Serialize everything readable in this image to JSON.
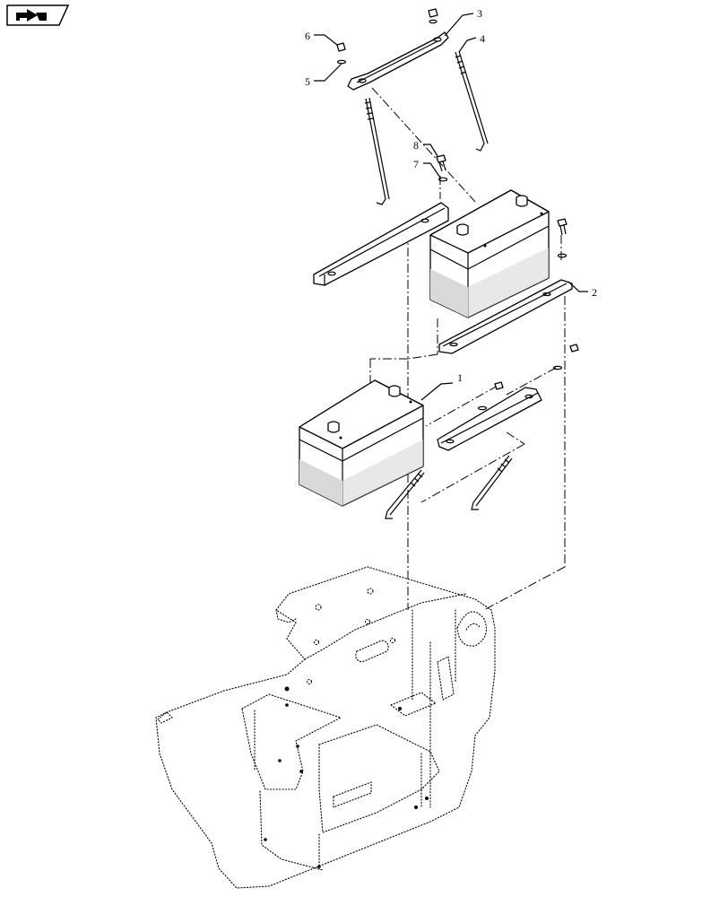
{
  "nav_icon": {
    "name": "next-page-arrow-icon"
  },
  "callouts": [
    {
      "id": "1",
      "label": "1"
    },
    {
      "id": "2",
      "label": "2"
    },
    {
      "id": "3",
      "label": "3"
    },
    {
      "id": "4",
      "label": "4"
    },
    {
      "id": "5",
      "label": "5"
    },
    {
      "id": "6",
      "label": "6"
    },
    {
      "id": "7",
      "label": "7"
    },
    {
      "id": "8",
      "label": "8"
    }
  ]
}
